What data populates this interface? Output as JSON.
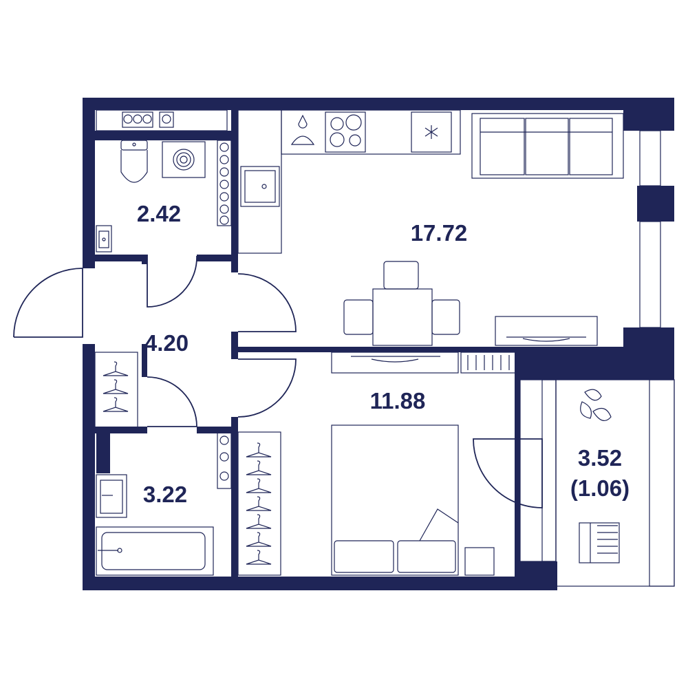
{
  "colors": {
    "wall": "#1f2557",
    "background": "#ffffff"
  },
  "rooms": [
    {
      "id": "bathroom-upper",
      "label": "2.42"
    },
    {
      "id": "kitchen-living",
      "label": "17.72"
    },
    {
      "id": "hallway",
      "label": "4.20"
    },
    {
      "id": "bedroom",
      "label": "11.88"
    },
    {
      "id": "bathroom-lower",
      "label": "3.22"
    },
    {
      "id": "balcony",
      "label": "3.52",
      "sublabel": "(1.06)"
    }
  ],
  "icons": [
    "toilet-icon",
    "washing-machine-icon",
    "sink-icon",
    "stove-icon",
    "fridge-icon",
    "sofa-icon",
    "dining-table-icon",
    "bed-icon",
    "bathtub-icon",
    "hanger-icon",
    "plant-icon",
    "deck-chair-icon",
    "tv-icon",
    "radiator-icon"
  ]
}
